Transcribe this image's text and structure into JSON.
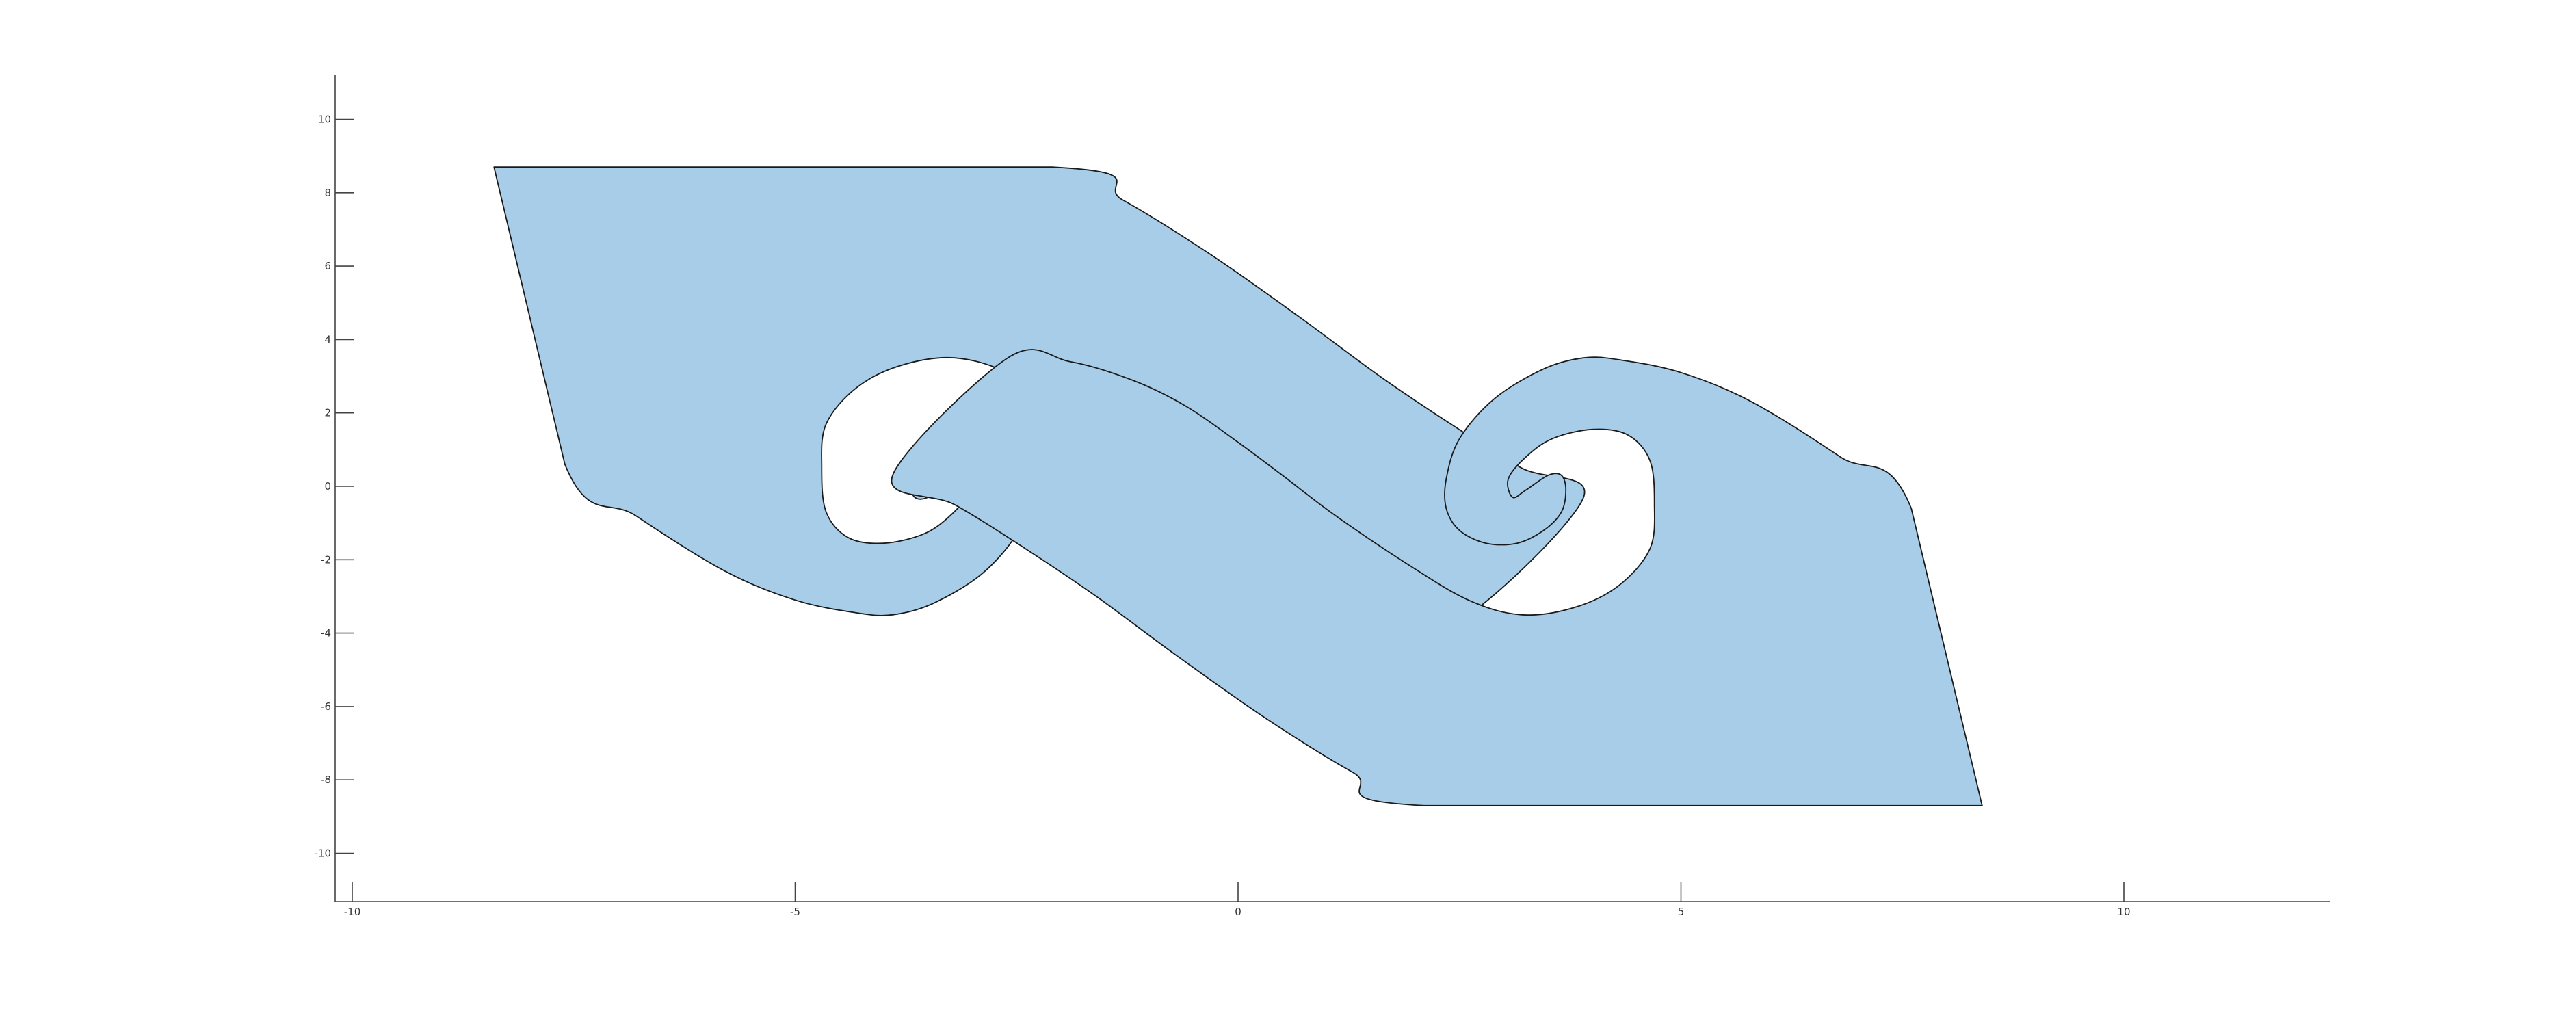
{
  "chart_data": {
    "type": "area",
    "title": "",
    "xlabel": "",
    "ylabel": "",
    "xlim": [
      -10.4,
      12.2
    ],
    "ylim": [
      -11.3,
      11.3
    ],
    "x_ticks": [
      -10,
      -5,
      0,
      5,
      10
    ],
    "y_ticks": [
      -10,
      -8,
      -6,
      -4,
      -2,
      0,
      2,
      4,
      6,
      8,
      10
    ],
    "x_tick_labels": [
      "-10",
      "-5",
      "0",
      "5",
      "10"
    ],
    "y_tick_labels": [
      "-10",
      "-8",
      "-6",
      "-4",
      "-2",
      "0",
      "2",
      "4",
      "6",
      "8",
      "10"
    ],
    "grid": false,
    "legend": "none",
    "fill_color": "#a8cde8",
    "edge_color": "#1a1a1a",
    "series": [
      {
        "outline": [
          [
            -8.4,
            8.7
          ],
          [
            -2.1,
            8.7
          ],
          [
            -1.3,
            7.8
          ],
          [
            -0.3,
            6.3
          ],
          [
            0.7,
            4.6
          ],
          [
            1.6,
            3.0
          ],
          [
            2.4,
            1.7
          ],
          [
            3.2,
            0.5
          ],
          [
            3.9,
            -0.3
          ],
          [
            2.6,
            -3.5
          ],
          [
            1.9,
            -3.4
          ],
          [
            1.2,
            -2.9
          ],
          [
            0.6,
            -2.2
          ],
          [
            0.0,
            -1.2
          ],
          [
            -0.5,
            -0.3
          ],
          [
            -1.1,
            0.8
          ],
          [
            -1.9,
            2.1
          ],
          [
            -2.6,
            3.1
          ],
          [
            -3.2,
            3.5
          ],
          [
            -3.8,
            3.3
          ],
          [
            -4.3,
            2.7
          ],
          [
            -4.65,
            1.7
          ],
          [
            -4.7,
            0.5
          ],
          [
            -4.65,
            -0.7
          ],
          [
            -4.4,
            -1.4
          ],
          [
            -4.0,
            -1.55
          ],
          [
            -3.55,
            -1.3
          ],
          [
            -3.25,
            -0.8
          ],
          [
            -3.05,
            -0.2
          ],
          [
            -3.1,
            0.3
          ],
          [
            -3.25,
            0.1
          ],
          [
            -3.5,
            -0.3
          ],
          [
            -3.65,
            -0.3
          ],
          [
            -3.7,
            0.1
          ],
          [
            -3.65,
            0.7
          ],
          [
            -3.45,
            1.2
          ],
          [
            -3.15,
            1.55
          ],
          [
            -2.8,
            1.55
          ],
          [
            -2.5,
            1.2
          ],
          [
            -2.35,
            0.6
          ],
          [
            -2.35,
            -0.2
          ],
          [
            -2.5,
            -1.3
          ],
          [
            -2.9,
            -2.4
          ],
          [
            -3.45,
            -3.2
          ],
          [
            -3.9,
            -3.5
          ],
          [
            -4.3,
            -3.45
          ],
          [
            -5.0,
            -3.1
          ],
          [
            -5.8,
            -2.3
          ],
          [
            -6.8,
            -0.8
          ],
          [
            -7.6,
            0.6
          ],
          [
            -8.4,
            8.7
          ]
        ],
        "outline_right": [
          [
            8.4,
            -8.7
          ],
          [
            2.1,
            -8.7
          ],
          [
            1.3,
            -7.8
          ],
          [
            0.3,
            -6.3
          ],
          [
            -0.7,
            -4.6
          ],
          [
            -1.6,
            -3.0
          ],
          [
            -2.4,
            -1.7
          ],
          [
            -3.2,
            -0.5
          ],
          [
            -3.9,
            0.3
          ],
          [
            -2.6,
            3.5
          ],
          [
            -1.9,
            3.4
          ],
          [
            -1.2,
            2.9
          ],
          [
            -0.6,
            2.2
          ],
          [
            0.0,
            1.2
          ],
          [
            0.5,
            0.3
          ],
          [
            1.1,
            -0.8
          ],
          [
            1.9,
            -2.1
          ],
          [
            2.6,
            -3.1
          ],
          [
            3.2,
            -3.5
          ],
          [
            3.8,
            -3.3
          ],
          [
            4.3,
            -2.7
          ],
          [
            4.65,
            -1.7
          ],
          [
            4.7,
            -0.5
          ],
          [
            4.65,
            0.7
          ],
          [
            4.4,
            1.4
          ],
          [
            4.0,
            1.55
          ],
          [
            3.55,
            1.3
          ],
          [
            3.25,
            0.8
          ],
          [
            3.05,
            0.2
          ],
          [
            3.1,
            -0.3
          ],
          [
            3.25,
            -0.1
          ],
          [
            3.5,
            0.3
          ],
          [
            3.65,
            0.3
          ],
          [
            3.7,
            -0.1
          ],
          [
            3.65,
            -0.7
          ],
          [
            3.45,
            -1.2
          ],
          [
            3.15,
            -1.55
          ],
          [
            2.8,
            -1.55
          ],
          [
            2.5,
            -1.2
          ],
          [
            2.35,
            -0.6
          ],
          [
            2.35,
            0.2
          ],
          [
            2.5,
            1.3
          ],
          [
            2.9,
            2.4
          ],
          [
            3.45,
            3.2
          ],
          [
            3.9,
            3.5
          ],
          [
            4.3,
            3.45
          ],
          [
            5.0,
            3.1
          ],
          [
            5.8,
            2.3
          ],
          [
            6.8,
            0.8
          ],
          [
            7.6,
            -0.6
          ],
          [
            8.4,
            -8.7
          ]
        ]
      }
    ]
  }
}
